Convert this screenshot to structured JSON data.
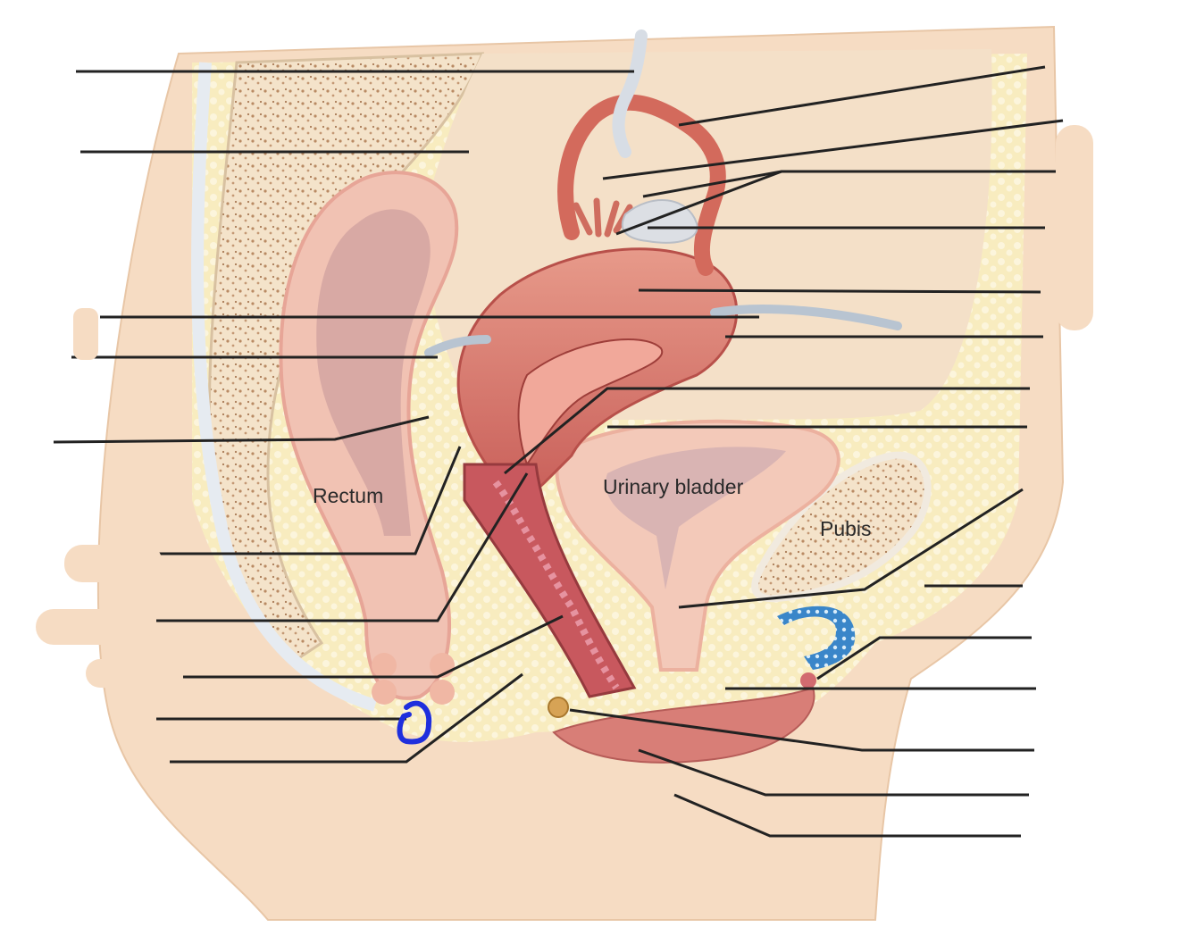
{
  "diagram": {
    "labels": {
      "rectum": "Rectum",
      "bladder": "Urinary bladder",
      "pubis": "Pubis"
    },
    "colors": {
      "skin": "#f6dcc3",
      "fat": "#f8ecbf",
      "muscle": "#de8679",
      "bone": "#f3e3c9",
      "cartilage": "#3a86c9",
      "leader_line": "#222222",
      "annotation": "#1f2fdd"
    },
    "leader_line_count": 25
  }
}
